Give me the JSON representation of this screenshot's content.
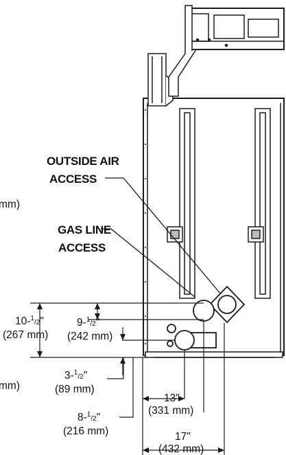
{
  "labels": {
    "outside_air_line1": "OUTSIDE AIR",
    "outside_air_line2": "ACCESS",
    "gas_line_line1": "GAS LINE",
    "gas_line_line2": "ACCESS",
    "cut_off_mm": "mm)"
  },
  "dimensions": {
    "d1_whole": "10-",
    "d1_num": "1",
    "d1_den": "/2",
    "d1_unit": "\"",
    "d1_metric": "(267 mm)",
    "d2_whole": "9-",
    "d2_num": "1",
    "d2_den": "/2",
    "d2_unit": "\"",
    "d2_metric": "(242 mm)",
    "d3_whole": "3-",
    "d3_num": "1",
    "d3_den": "/2",
    "d3_unit": "\"",
    "d3_metric": "(89 mm)",
    "d4_whole": "8-",
    "d4_num": "1",
    "d4_den": "/2",
    "d4_unit": "\"",
    "d4_metric": "(216 mm)",
    "d5_imperial": "13\"",
    "d5_metric": "(331 mm)",
    "d6_imperial": "17\"",
    "d6_metric": "(432 mm)",
    "cut_off_mm": "mm)"
  },
  "colors": {
    "line": "#1a1a1a",
    "fill_light": "#ffffff",
    "fill_gray": "#cfcfcf"
  }
}
